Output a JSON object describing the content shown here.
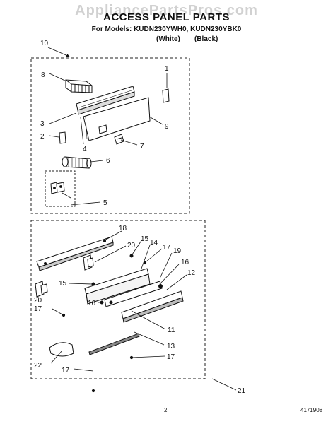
{
  "header": {
    "watermark": "AppliancePartsPros.com",
    "title": "ACCESS PANEL PARTS",
    "models_line": "For Models: KUDN230YWH0, KUDN230YBK0",
    "finish_white": "(White)",
    "finish_black": "(Black)"
  },
  "callouts": {
    "c10": "10",
    "c1": "1",
    "c8": "8",
    "c3": "3",
    "c9": "9",
    "c2": "2",
    "c4": "4",
    "c7": "7",
    "c6": "6",
    "c5": "5",
    "c18": "18",
    "c15a": "15",
    "c20a": "20",
    "c14": "14",
    "c17a": "17",
    "c19": "19",
    "c16a": "16",
    "c12": "12",
    "c15b": "15",
    "c20b": "20",
    "c17b": "17",
    "c16b": "16",
    "c11": "11",
    "c13": "13",
    "c17c": "17",
    "c22": "22",
    "c17d": "17",
    "c21": "21"
  },
  "footer": {
    "page_number": "2",
    "part_number": "4171908"
  }
}
